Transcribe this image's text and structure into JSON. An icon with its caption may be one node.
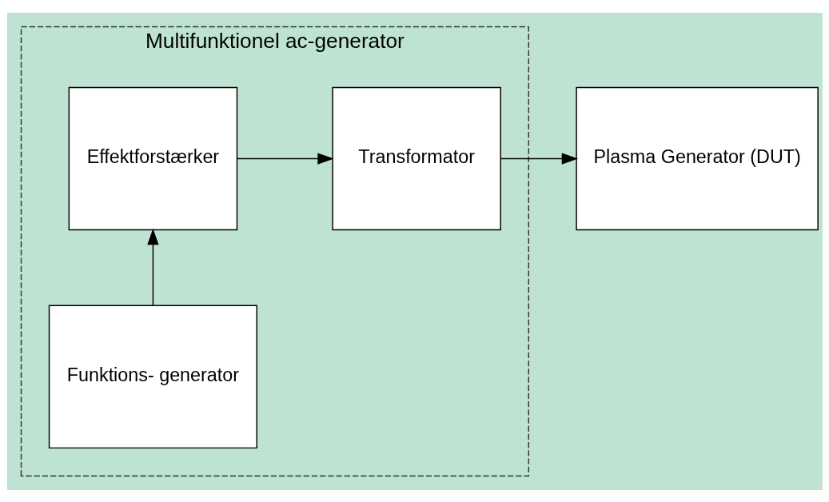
{
  "diagram": {
    "nodes": [
      {
        "text": [
          "Multifunktionel ac-generator"
        ]
      },
      {
        "text": [
          "Funktions- generator"
        ],
        "in": 0
      },
      {
        "text": [
          "Effektforstærker"
        ],
        "in": 0
      },
      {
        "text": [
          "Transformator"
        ],
        "in": 0
      },
      {
        "text": [
          "Plasma Generator (DUT)"
        ]
      }
    ],
    "edges": [
      {
        "from": 1,
        "to": 2,
        "arrow": "to"
      },
      {
        "from": 2,
        "to": 3,
        "arrow": "to"
      },
      {
        "from": 3,
        "to": 4,
        "arrow": "to"
      }
    ]
  }
}
